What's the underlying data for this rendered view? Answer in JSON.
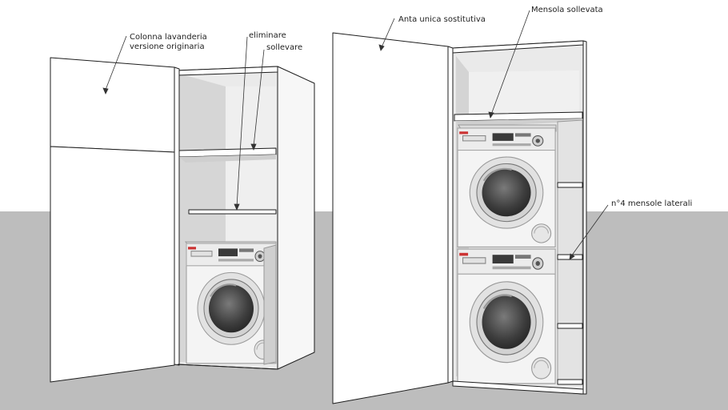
{
  "labels": {
    "original_line1": "Colonna lavanderia",
    "original_line2": "versione originaria",
    "eliminare": "eliminare",
    "sollevare": "sollevare",
    "anta_unica": "Anta unica sostitutiva",
    "mensola_sollevata": "Mensola sollevata",
    "mensole_laterali": "n°4 mensole laterali"
  },
  "colors": {
    "ground": "#bcbcbc",
    "panel_white": "#ffffff",
    "cabinet_shade": "#d9d9d9",
    "appliance_body": "#f1f1f1",
    "door_glass": "#555555"
  }
}
